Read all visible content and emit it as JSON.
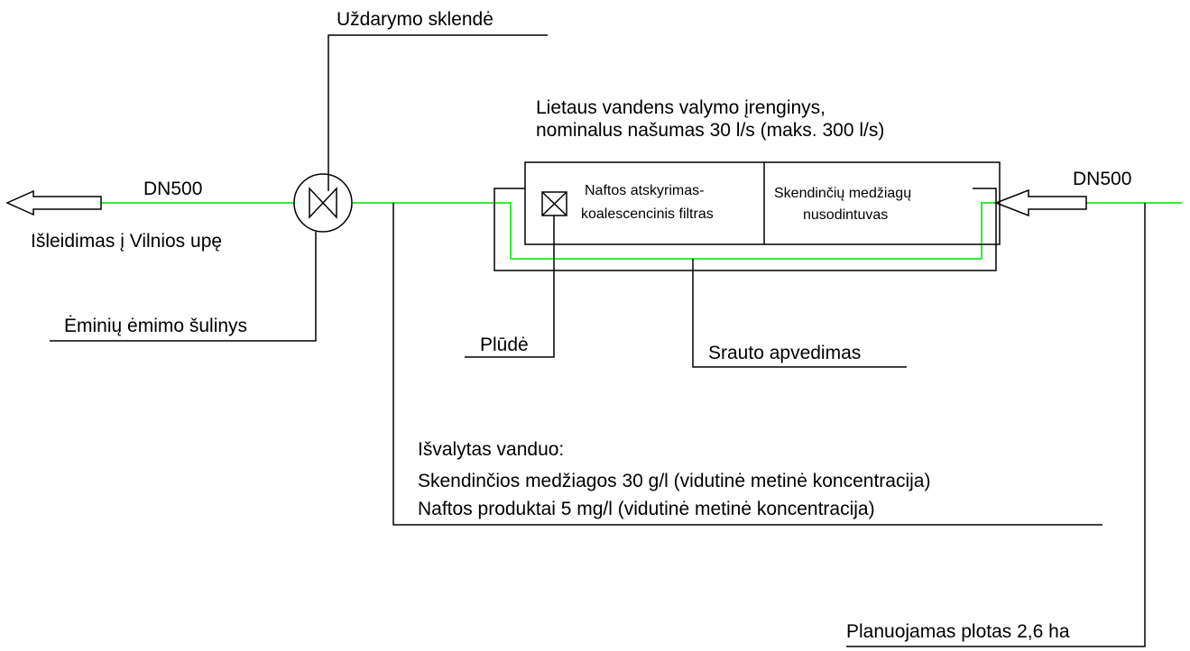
{
  "labels": {
    "shutoff_valve": "Uždarymo sklendė",
    "device_title_line1": "Lietaus vandens valymo įrenginys,",
    "device_title_line2": "nominalus našumas 30 l/s (maks. 300 l/s)",
    "oil_separator_line1": "Naftos atskyrimas-",
    "oil_separator_line2": "koalescencinis filtras",
    "sediment_line1": "Skendinčių medžiagų",
    "sediment_line2": "nusodintuvas",
    "dn_outlet": "DN500",
    "dn_inlet": "DN500",
    "discharge": "Išleidimas į Vilnios upę",
    "sampling_well": "Ėminių ėmimo šulinys",
    "float": "Plūdė",
    "bypass": "Srauto apvedimas",
    "treated_title": "Išvalytas vanduo:",
    "treated_line1": "Skendinčios medžiagos 30 g/l (vidutinė metinė koncentracija)",
    "treated_line2": "Naftos produktai 5 mg/l (vidutinė metinė koncentracija)",
    "planned_area": "Planuojamas plotas 2,6 ha"
  },
  "colors": {
    "pipe": "#33ee33",
    "line": "#000000"
  }
}
